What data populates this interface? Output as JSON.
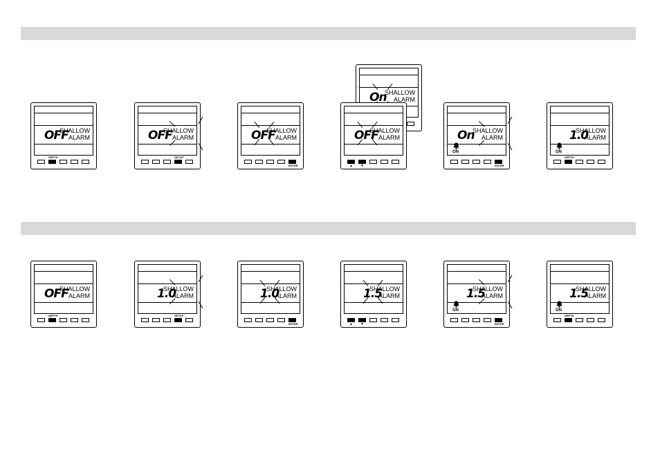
{
  "label_line1": "SHALLOW",
  "label_line2": "ALARM",
  "state_on": "ON",
  "key_labels": {
    "depth": "DEPTH",
    "setup": "SETUP",
    "enter": "ENTER"
  },
  "values": {
    "off": "OFF",
    "on": "On",
    "v1": "1.0",
    "v2": "1.5"
  },
  "rows": [
    {
      "steps": [
        {
          "value": "OFF",
          "flash": false,
          "bell": false,
          "pressed": "depth"
        },
        {
          "value": "OFF",
          "flash": "label",
          "bell": false,
          "pressed": "setup"
        },
        {
          "value": "OFF",
          "flash": "value",
          "bell": false,
          "pressed": "enter"
        },
        {
          "value": "OFF",
          "flash": "value",
          "bell": false,
          "pressed": "arrows",
          "alt_value": "On"
        },
        {
          "value": "On",
          "flash": "label",
          "bell": true,
          "pressed": "enter"
        },
        {
          "value": "1.0",
          "flash": false,
          "bell": true,
          "pressed": "depth"
        }
      ]
    },
    {
      "steps": [
        {
          "value": "OFF",
          "flash": false,
          "bell": false,
          "pressed": "depth"
        },
        {
          "value": "1.0",
          "flash": "label",
          "bell": false,
          "pressed": "setup"
        },
        {
          "value": "1.0",
          "flash": "value",
          "bell": false,
          "pressed": "enter"
        },
        {
          "value": "1.5",
          "flash": "value",
          "bell": false,
          "pressed": "arrows"
        },
        {
          "value": "1.5",
          "flash": "label",
          "bell": true,
          "pressed": "enter"
        },
        {
          "value": "1.5",
          "flash": false,
          "bell": true,
          "pressed": "depth"
        }
      ]
    }
  ]
}
